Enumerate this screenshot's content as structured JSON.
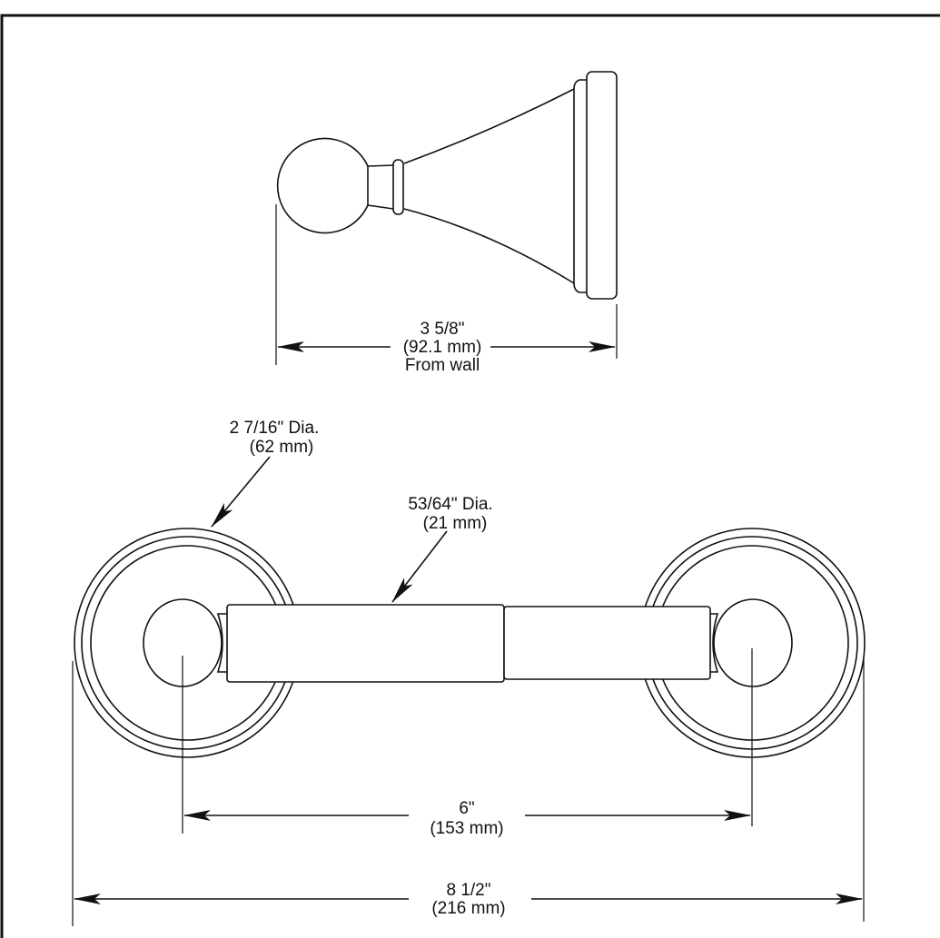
{
  "side_view": {
    "depth_in": "3 5/8\"",
    "depth_mm": "(92.1 mm)",
    "depth_note": "From wall"
  },
  "front_view": {
    "flange_dia_in": "2 7/16\" Dia.",
    "flange_dia_mm": "(62 mm)",
    "roller_dia_in": "53/64\" Dia.",
    "roller_dia_mm": "(21 mm)",
    "center_width_in": "6\"",
    "center_width_mm": "(153 mm)",
    "overall_width_in": "8 1/2\"",
    "overall_width_mm": "(216 mm)"
  }
}
